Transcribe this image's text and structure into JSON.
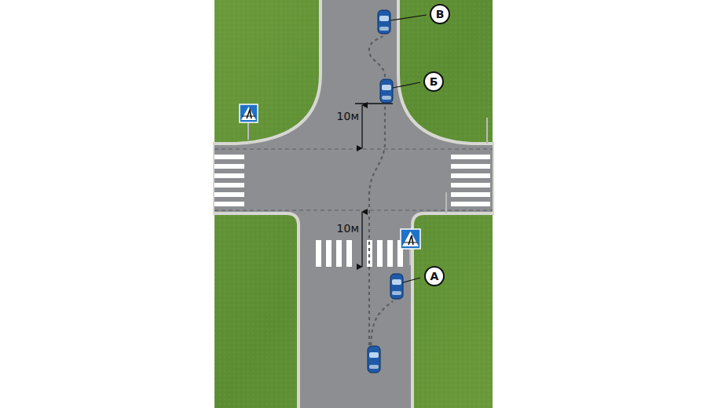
{
  "diagram": {
    "nodes": [
      {
        "text": [
          "В"
        ]
      },
      {
        "text": [
          "Б"
        ]
      },
      {
        "text": [
          "А"
        ]
      }
    ],
    "labels": [
      "10м",
      "10м"
    ]
  }
}
